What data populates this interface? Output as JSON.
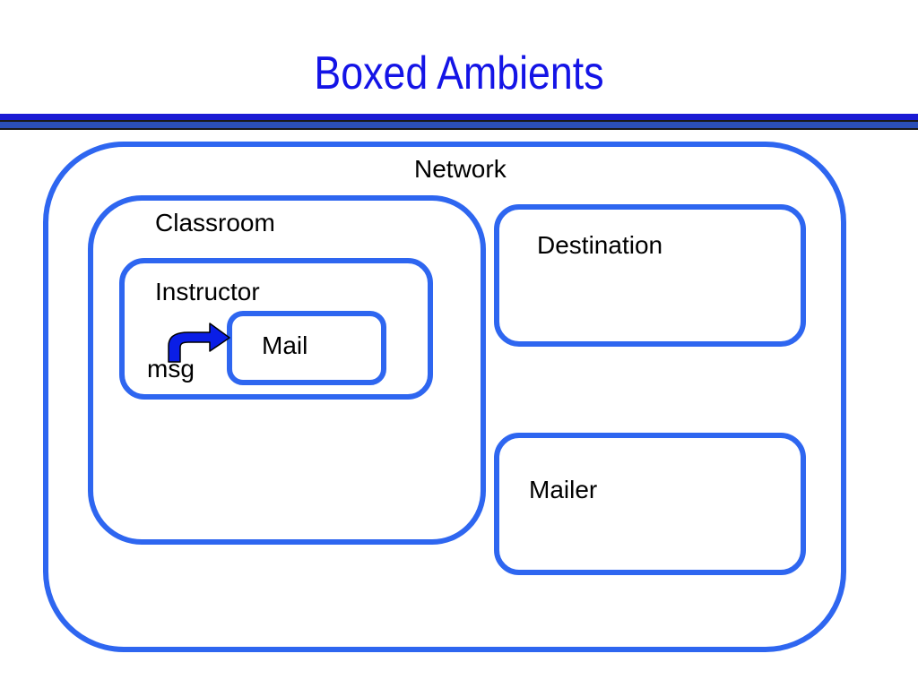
{
  "slide": {
    "title": "Boxed Ambients"
  },
  "diagram": {
    "network": {
      "label": "Network"
    },
    "classroom": {
      "label": "Classroom"
    },
    "instructor": {
      "label": "Instructor"
    },
    "mail": {
      "label": "Mail"
    },
    "message": {
      "label": "msg"
    },
    "destination": {
      "label": "Destination"
    },
    "mailer": {
      "label": "Mailer"
    }
  },
  "colors": {
    "title": "#1414e6",
    "box_border": "#2e66f0",
    "arrow_fill": "#0a1ee6",
    "rule_blue": "#1b1bd4",
    "rule_dark": "#1a1a1a"
  }
}
